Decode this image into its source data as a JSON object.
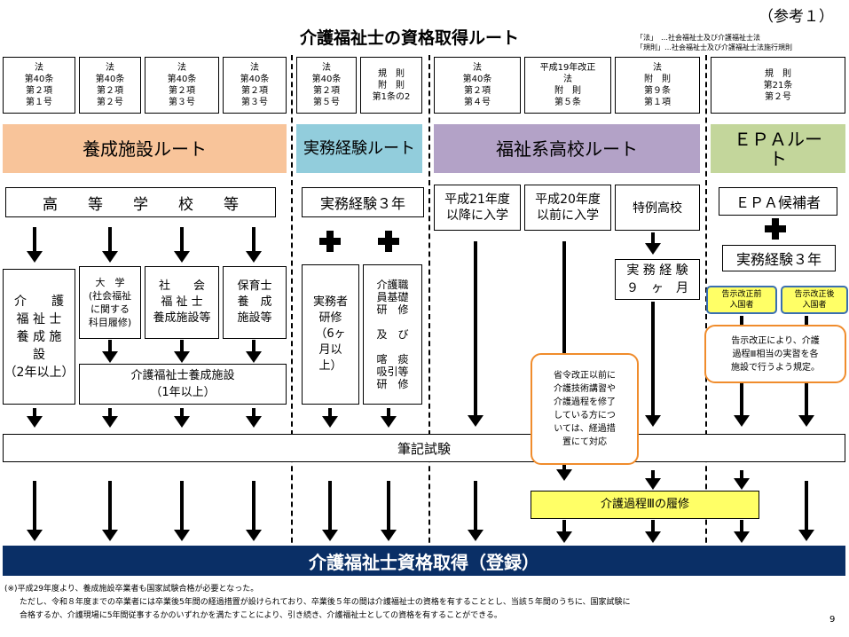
{
  "header": {
    "reference_label": "（参考１）",
    "title": "介護福祉士の資格取得ルート",
    "legend_law": "「法」　…社会福祉士及び介護福祉士法",
    "legend_rules": "「規則」…社会福祉士及び介護福祉士法施行規則",
    "page_number": "9"
  },
  "law_refs": [
    "法\n第40条\n第２項\n第１号",
    "法\n第40条\n第２項\n第２号",
    "法\n第40条\n第２項\n第３号",
    "法\n第40条\n第２項\n第３号",
    "法\n第40条\n第２項\n第５号",
    "規　則\n附　則\n第1条の2",
    "法\n第40条\n第２項\n第４号",
    "平成19年改正\n法\n附　則\n第５条",
    "法\n附　則\n第９条\n第１項",
    "規　則\n第21条\n第２号"
  ],
  "routes": {
    "training": "養成施設ルート",
    "experience": "実務経験ルート",
    "welfare_high_school": "福祉系高校ルート",
    "epa": "ＥＰＡルー\nト"
  },
  "colors": {
    "training": "#f8c49a",
    "experience": "#92cddc",
    "welfare_high_school": "#b3a2c7",
    "epa": "#c3d69b",
    "final_bar": "#0a2f66",
    "callout_border": "#f08c2c",
    "yellow_box": "#ffff66"
  },
  "boxes": {
    "high_school": "高　　等　　学　　校　　等",
    "work_3y": "実務経験３年",
    "hs_after_h21": "平成21年度\n以降に入学",
    "hs_before_h20": "平成20年度\n以前に入学",
    "special_hs": "特例高校",
    "epa_candidate": "ＥＰＡ候補者",
    "epa_work_3y": "実務経験３年",
    "care_facility_2y": "介　　護\n福 祉 士\n養 成 施\n設\n（2年以上）",
    "university": "大　学\n(社会福祉\nに関する\n科目履修)",
    "social_welfare_facility": "社　　会\n福 祉 士\n養成施設等",
    "nursery_facility": "保育士\n養　成\n施設等",
    "care_facility_1y": "介護福祉士養成施設\n（1年以上）",
    "practitioner_training": "実務者\n研修\n（6ヶ\n月以\n上）",
    "basic_training": "介護職\n員基礎\n研　修\n\n及　び\n\n喀　痰\n吸引等\n研　修",
    "work_9m": "実 務 経 験\n９　ヶ　月",
    "notice_before": "告示改正前\n入国者",
    "notice_after": "告示改正後\n入国者",
    "written_exam": "筆記試験",
    "course3_completion": "介護過程Ⅲの履修",
    "final": "介護福祉士資格取得（登録）"
  },
  "callouts": {
    "ministerial": "省令改正以前に\n介護技術講習や\n介護過程を修了\nしている方につ\nいては、経過措\n置にて対応",
    "epa_notice": "告示改正により、介護\n過程Ⅲ相当の実習を各\n施設で行うよう規定。"
  },
  "footnote": {
    "line1": "(※)平成29年度より、養成施設卒業者も国家試験合格が必要となった。",
    "line2": "ただし、令和８年度までの卒業者には卒業後5年間の経過措置が設けられており、卒業後５年の間は介護福祉士の資格を有することとし、当該５年間のうちに、国家試験に",
    "line3": "合格するか、介護現場に5年間従事するかのいずれかを満たすことにより、引き続き、介護福祉士としての資格を有することができる。"
  }
}
